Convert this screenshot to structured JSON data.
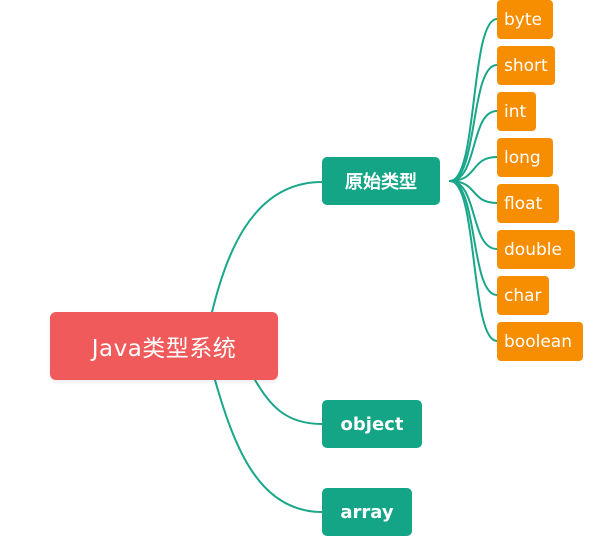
{
  "mindmap": {
    "root": "Java类型系统",
    "branches": {
      "primitive": {
        "label": "原始类型",
        "children": [
          "byte",
          "short",
          "int",
          "long",
          "float",
          "double",
          "char",
          "boolean"
        ]
      },
      "object": {
        "label": "object"
      },
      "array": {
        "label": "array"
      }
    }
  },
  "colors": {
    "root": "#f05a5a",
    "branch": "#13a585",
    "leaf": "#f78d00",
    "connector": "#1aa68a"
  }
}
